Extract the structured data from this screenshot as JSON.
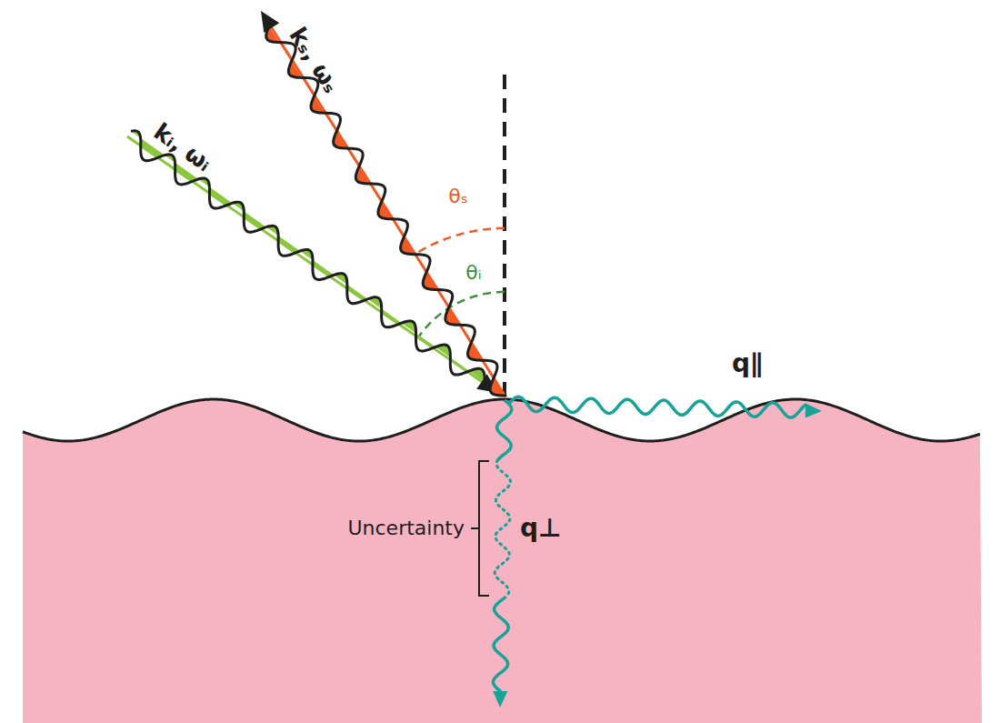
{
  "diagram": {
    "labels": [
      "kₛ, ωₛ",
      "kᵢ, ωᵢ",
      "θₛ",
      "θᵢ",
      "q∥",
      "Uncertainty",
      "q⊥"
    ]
  }
}
